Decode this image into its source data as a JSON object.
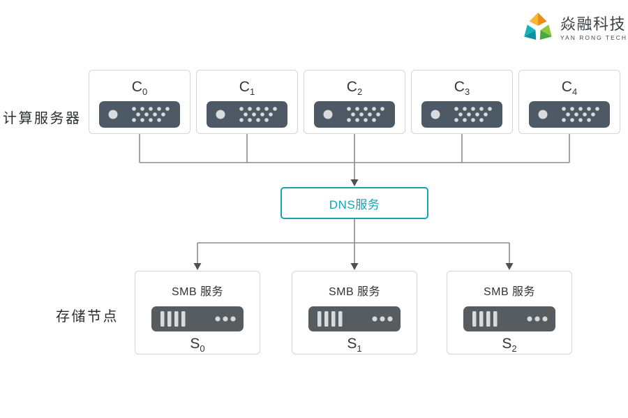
{
  "logo": {
    "company_name": "焱融科技",
    "company_name_en": "YAN RONG TECH"
  },
  "rows": {
    "compute_label": "计算服务器",
    "storage_label": "存储节点"
  },
  "compute_servers": [
    {
      "base": "C",
      "sub": "0"
    },
    {
      "base": "C",
      "sub": "1"
    },
    {
      "base": "C",
      "sub": "2"
    },
    {
      "base": "C",
      "sub": "3"
    },
    {
      "base": "C",
      "sub": "4"
    }
  ],
  "dns": {
    "label": "DNS服务"
  },
  "storage_nodes": [
    {
      "service": "SMB 服务",
      "base": "S",
      "sub": "0"
    },
    {
      "service": "SMB 服务",
      "base": "S",
      "sub": "1"
    },
    {
      "service": "SMB 服务",
      "base": "S",
      "sub": "2"
    }
  ],
  "colors": {
    "accent_teal": "#14a4b4",
    "compute_icon": "#4d5964",
    "storage_icon": "#575c60",
    "connector_line": "#8a8b8c",
    "arrowhead": "#4d5154",
    "box_border": "#d3d4d5",
    "text": "#2f3235",
    "logo_orange": "#f08a19",
    "logo_yellow": "#f7b733",
    "logo_green_light": "#8dc63f",
    "logo_green_dark": "#4aa843",
    "logo_teal_light": "#17b1b8",
    "logo_teal_dark": "#0d8fa0"
  }
}
